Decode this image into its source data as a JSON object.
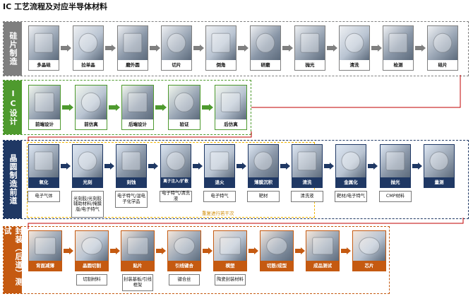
{
  "title": "IC 工艺流程及对应半导体材料",
  "colors": {
    "grey": "#7f7f7f",
    "green": "#4e9a2e",
    "navy": "#1f3864",
    "orange": "#c55a11",
    "red": "#c00000",
    "yellow": "#f2b600"
  },
  "sections": {
    "wafer": {
      "label": "硅片制造"
    },
    "design": {
      "label": "IC设计"
    },
    "front": {
      "label": "晶圆制造前道"
    },
    "package": {
      "label": "封装（后道）测试"
    }
  },
  "steps": {
    "wafer": [
      "多晶硅",
      "拉单晶",
      "磨外圆",
      "切片",
      "倒角",
      "研磨",
      "抛光",
      "清洗",
      "检测",
      "硅片"
    ],
    "design": [
      "前端设计",
      "前仿真",
      "后端设计",
      "验证",
      "后仿真"
    ],
    "front": [
      "氧化",
      "光刻",
      "刻蚀",
      "离子注入/扩散",
      "退火",
      "薄膜沉积",
      "清洗",
      "金属化",
      "抛光",
      "量测"
    ],
    "package": [
      "背面减薄",
      "晶圆切割",
      "贴片",
      "引线键合",
      "模塑",
      "切筋/成型",
      "成品测试",
      "芯片"
    ]
  },
  "materials": {
    "front": [
      "电子气体",
      "光刻胶/光刻胶辅助材料/掩膜版/电子特气",
      "电子特气/湿电子化学品",
      "电子特气/清洗液",
      "电子特气",
      "靶材",
      "清洗液",
      "靶材/电子特气",
      "CMP材料",
      ""
    ],
    "package": [
      "",
      "切割材料",
      "封装基板/引线框架",
      "键合丝",
      "陶瓷封装材料",
      "",
      "",
      ""
    ]
  },
  "repeat_note": "重复进行若干次"
}
